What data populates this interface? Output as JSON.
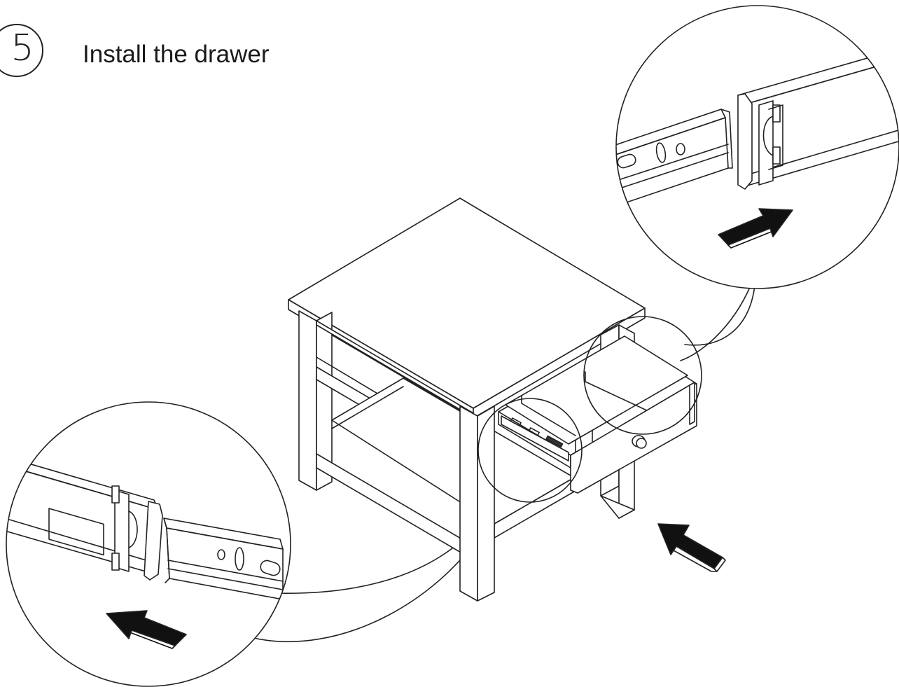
{
  "step": {
    "number": "5",
    "title": "Install the drawer"
  },
  "icons": {
    "badge": "circled-step-number",
    "table": "nightstand-illustration",
    "detail_right": "slide-rail-detail-zoom",
    "detail_left": "slide-rail-detail-zoom",
    "arrow": "push-direction-arrow"
  },
  "colors": {
    "line": "#222222",
    "background": "#ffffff",
    "arrow_fill": "#111111"
  }
}
